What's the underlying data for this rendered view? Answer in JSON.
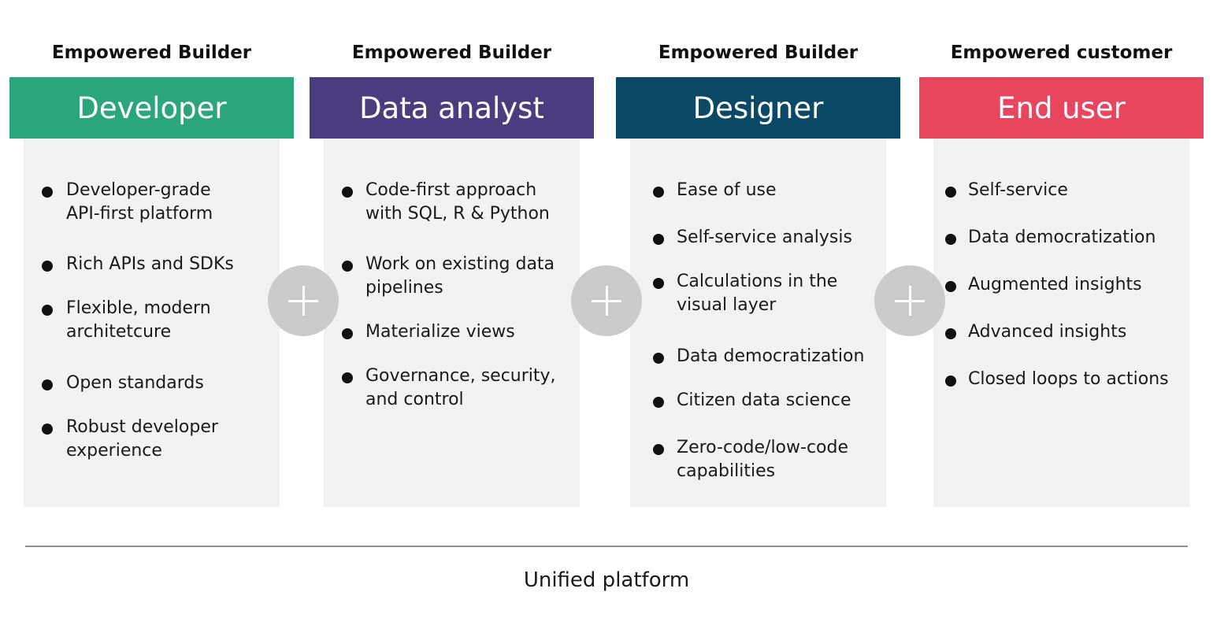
{
  "colors": {
    "developer": "#2ba57e",
    "data_analyst": "#4b3c80",
    "designer": "#0a4866",
    "end_user": "#e8455e",
    "panel_background": "#f2f2f2",
    "plus_circle": "#cbcbcb",
    "divider": "#8f8f8f"
  },
  "columns": [
    {
      "role_label": "Empowered Builder",
      "title": "Developer",
      "items": [
        "Developer-grade\nAPI-first platform",
        "Rich APIs and SDKs",
        "Flexible, modern\narchitetcure",
        "Open standards",
        "Robust developer\nexperience"
      ]
    },
    {
      "role_label": "Empowered Builder",
      "title": "Data analyst",
      "items": [
        "Code-first approach\nwith SQL, R & Python",
        "Work on existing data\npipelines",
        "Materialize views",
        "Governance, security,\nand control"
      ]
    },
    {
      "role_label": "Empowered Builder",
      "title": "Designer",
      "items": [
        "Ease of use",
        "Self-service analysis",
        "Calculations in the\nvisual layer",
        "Data democratization",
        "Citizen data science",
        "Zero-code/low-code\ncapabilities"
      ]
    },
    {
      "role_label": "Empowered customer",
      "title": "End user",
      "items": [
        "Self-service",
        "Data democratization",
        "Augmented insights",
        "Advanced insights",
        "Closed loops to actions"
      ]
    }
  ],
  "connectors": [
    {
      "icon": "plus-icon"
    },
    {
      "icon": "plus-icon"
    },
    {
      "icon": "plus-icon"
    }
  ],
  "footer": {
    "label": "Unified platform"
  }
}
